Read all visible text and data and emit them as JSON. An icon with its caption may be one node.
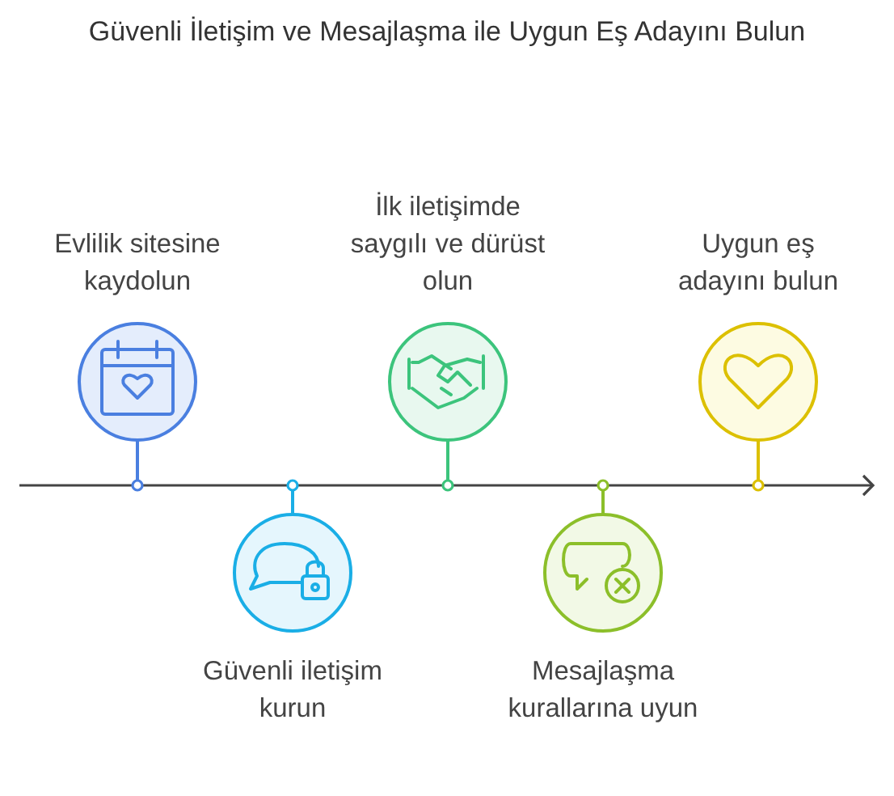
{
  "diagram": {
    "title": "Güvenli İletişim ve Mesajlaşma ile Uygun Eş Adayını Bulun",
    "nodes": [
      {
        "text": [
          "Evlilik sitesine kaydolun"
        ]
      },
      {
        "text": [
          "Güvenli iletişim kurun"
        ]
      },
      {
        "text": [
          "İlk iletişimde saygılı ve dürüst olun"
        ]
      },
      {
        "text": [
          "Mesajlaşma kurallarına uyun"
        ]
      },
      {
        "text": [
          "Uygun eş adayını bulun"
        ]
      }
    ]
  }
}
